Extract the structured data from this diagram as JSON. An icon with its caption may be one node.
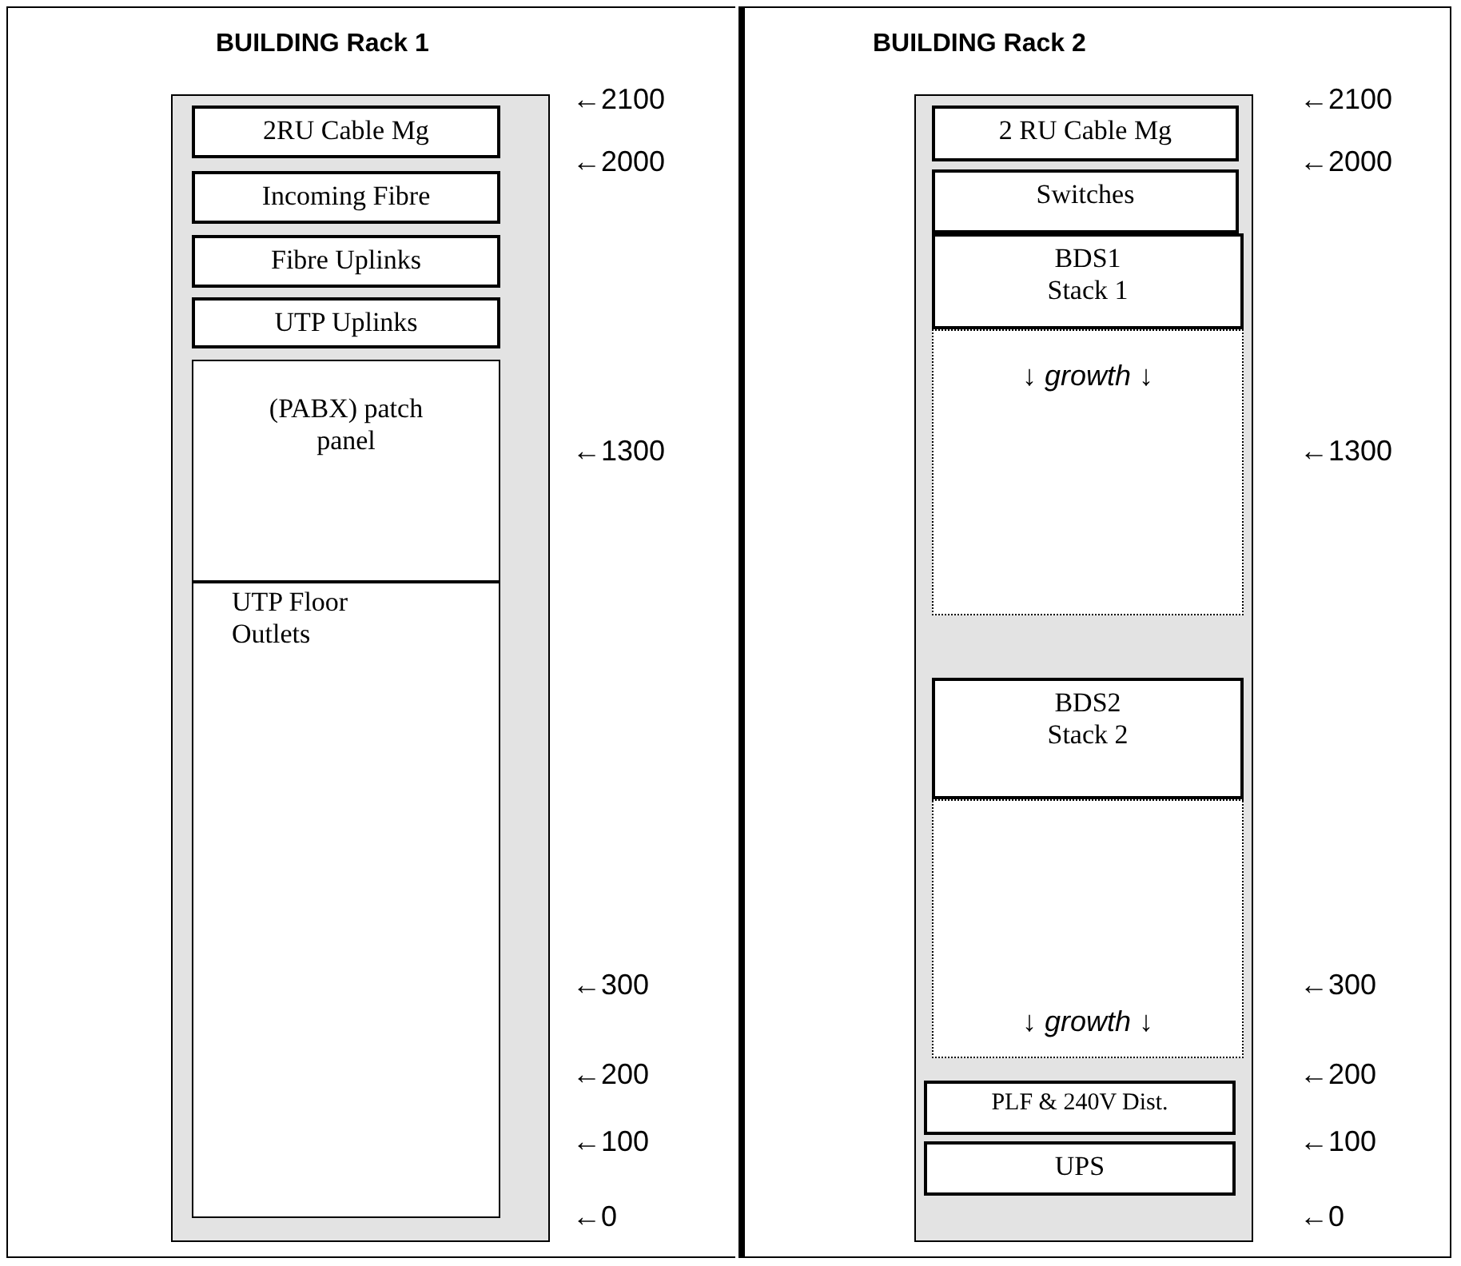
{
  "diagram": {
    "nodes": [
      {
        "text": [
          "BUILDING Rack 1"
        ]
      },
      {
        "text": [],
        "shape": "box",
        "in": 0
      },
      {
        "text": [
          "2RU Cable Mg"
        ],
        "in": 1
      },
      {
        "text": [
          "Incoming Fibre"
        ],
        "in": 1
      },
      {
        "text": [
          "Fibre Uplinks"
        ],
        "in": 1
      },
      {
        "text": [
          "UTP Uplinks"
        ],
        "in": 1
      },
      {
        "text": [
          "(PABX) patch panel"
        ],
        "in": 1
      },
      {
        "text": [
          "UTP Floor Outlets"
        ],
        "in": 1
      },
      {
        "text": [
          "BUILDING Rack 2"
        ]
      },
      {
        "text": [],
        "shape": "box",
        "in": 8
      },
      {
        "text": [
          "2 RU Cable Mg"
        ],
        "in": 9
      },
      {
        "text": [
          "Switches"
        ],
        "in": 9
      },
      {
        "text": [
          "BDS1 Stack 1"
        ],
        "in": 9
      },
      {
        "text": [
          "↓ *growth* ↓"
        ],
        "in": 9
      },
      {
        "text": [
          "BDS2 Stack 2"
        ],
        "in": 9
      },
      {
        "text": [
          "↓ *growth* ↓"
        ],
        "in": 9
      },
      {
        "text": [
          "PLF & 240V Dist."
        ],
        "in": 9
      },
      {
        "text": [
          "UPS"
        ],
        "in": 9
      }
    ],
    "labels": [
      "←2100",
      "←2000",
      "←1300",
      "←300",
      "←200",
      "←100",
      "←0",
      "←2100",
      "←2000",
      "←1300",
      "←300",
      "←200",
      "←100",
      "←0"
    ]
  }
}
